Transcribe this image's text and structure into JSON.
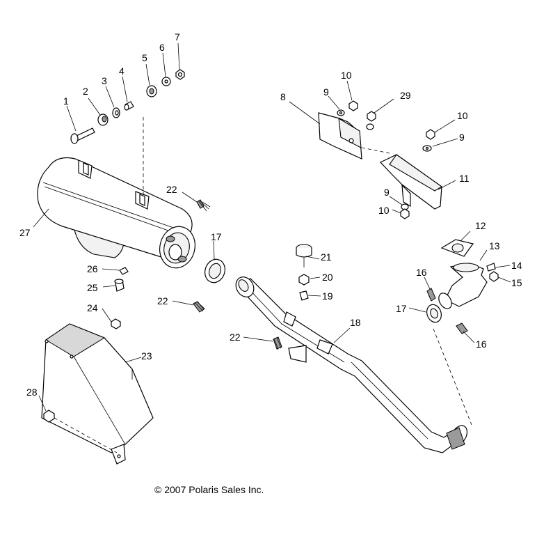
{
  "callouts": [
    {
      "id": "c1",
      "num": "1"
    },
    {
      "id": "c2",
      "num": "2"
    },
    {
      "id": "c3",
      "num": "3"
    },
    {
      "id": "c4",
      "num": "4"
    },
    {
      "id": "c5",
      "num": "5"
    },
    {
      "id": "c6",
      "num": "6"
    },
    {
      "id": "c7",
      "num": "7"
    },
    {
      "id": "c8",
      "num": "8"
    },
    {
      "id": "c9a",
      "num": "9"
    },
    {
      "id": "c9b",
      "num": "9"
    },
    {
      "id": "c9c",
      "num": "9"
    },
    {
      "id": "c10a",
      "num": "10"
    },
    {
      "id": "c10b",
      "num": "10"
    },
    {
      "id": "c10c",
      "num": "10"
    },
    {
      "id": "c11",
      "num": "11"
    },
    {
      "id": "c12",
      "num": "12"
    },
    {
      "id": "c13",
      "num": "13"
    },
    {
      "id": "c14",
      "num": "14"
    },
    {
      "id": "c15",
      "num": "15"
    },
    {
      "id": "c16a",
      "num": "16"
    },
    {
      "id": "c16b",
      "num": "16"
    },
    {
      "id": "c17a",
      "num": "17"
    },
    {
      "id": "c17b",
      "num": "17"
    },
    {
      "id": "c18",
      "num": "18"
    },
    {
      "id": "c19",
      "num": "19"
    },
    {
      "id": "c20",
      "num": "20"
    },
    {
      "id": "c21",
      "num": "21"
    },
    {
      "id": "c22a",
      "num": "22"
    },
    {
      "id": "c22b",
      "num": "22"
    },
    {
      "id": "c22c",
      "num": "22"
    },
    {
      "id": "c23",
      "num": "23"
    },
    {
      "id": "c24",
      "num": "24"
    },
    {
      "id": "c25",
      "num": "25"
    },
    {
      "id": "c26",
      "num": "26"
    },
    {
      "id": "c27",
      "num": "27"
    },
    {
      "id": "c28",
      "num": "28"
    },
    {
      "id": "c29",
      "num": "29"
    }
  ],
  "copyright": "© 2007 Polaris Sales Inc."
}
